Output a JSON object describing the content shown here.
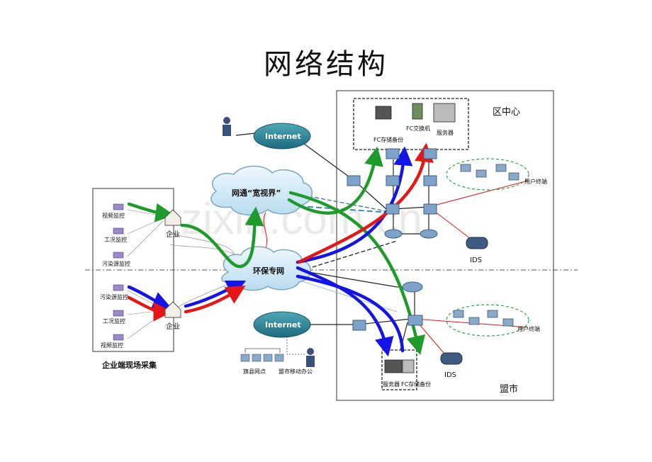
{
  "title": "网络结构",
  "watermark": "zixin.com.cn",
  "regions": {
    "district": "区中心",
    "league_city": "盟市",
    "enterprise_site": "企业端现场采集"
  },
  "clouds": {
    "internet_top": "Internet",
    "internet_bottom": "Internet",
    "wide_net": "网通“宽视界”",
    "env_net": "环保专网"
  },
  "enterprise_nodes": [
    "企业",
    "企业"
  ],
  "monitors_top": [
    "视频监控",
    "工况监控",
    "污染源监控"
  ],
  "monitors_bottom": [
    "污染源监控",
    "工况监控",
    "视频监控"
  ],
  "district_devices": [
    "FC存储备份",
    "FC交换机",
    "服务器"
  ],
  "league_devices": [
    "服务器",
    "FC存储备份"
  ],
  "user_terminal": [
    "用户终端",
    "用户终端"
  ],
  "ids": [
    "IDS",
    "IDS"
  ],
  "bottom_labels": {
    "county_points": "旗县网点",
    "mobile_office": "盟市移动办公"
  },
  "colors": {
    "green": "#1e9b2a",
    "blue": "#1414e6",
    "red": "#e41616",
    "cloud_fill": "#d4ecf8",
    "cloud_stroke": "#7aa6c2"
  }
}
